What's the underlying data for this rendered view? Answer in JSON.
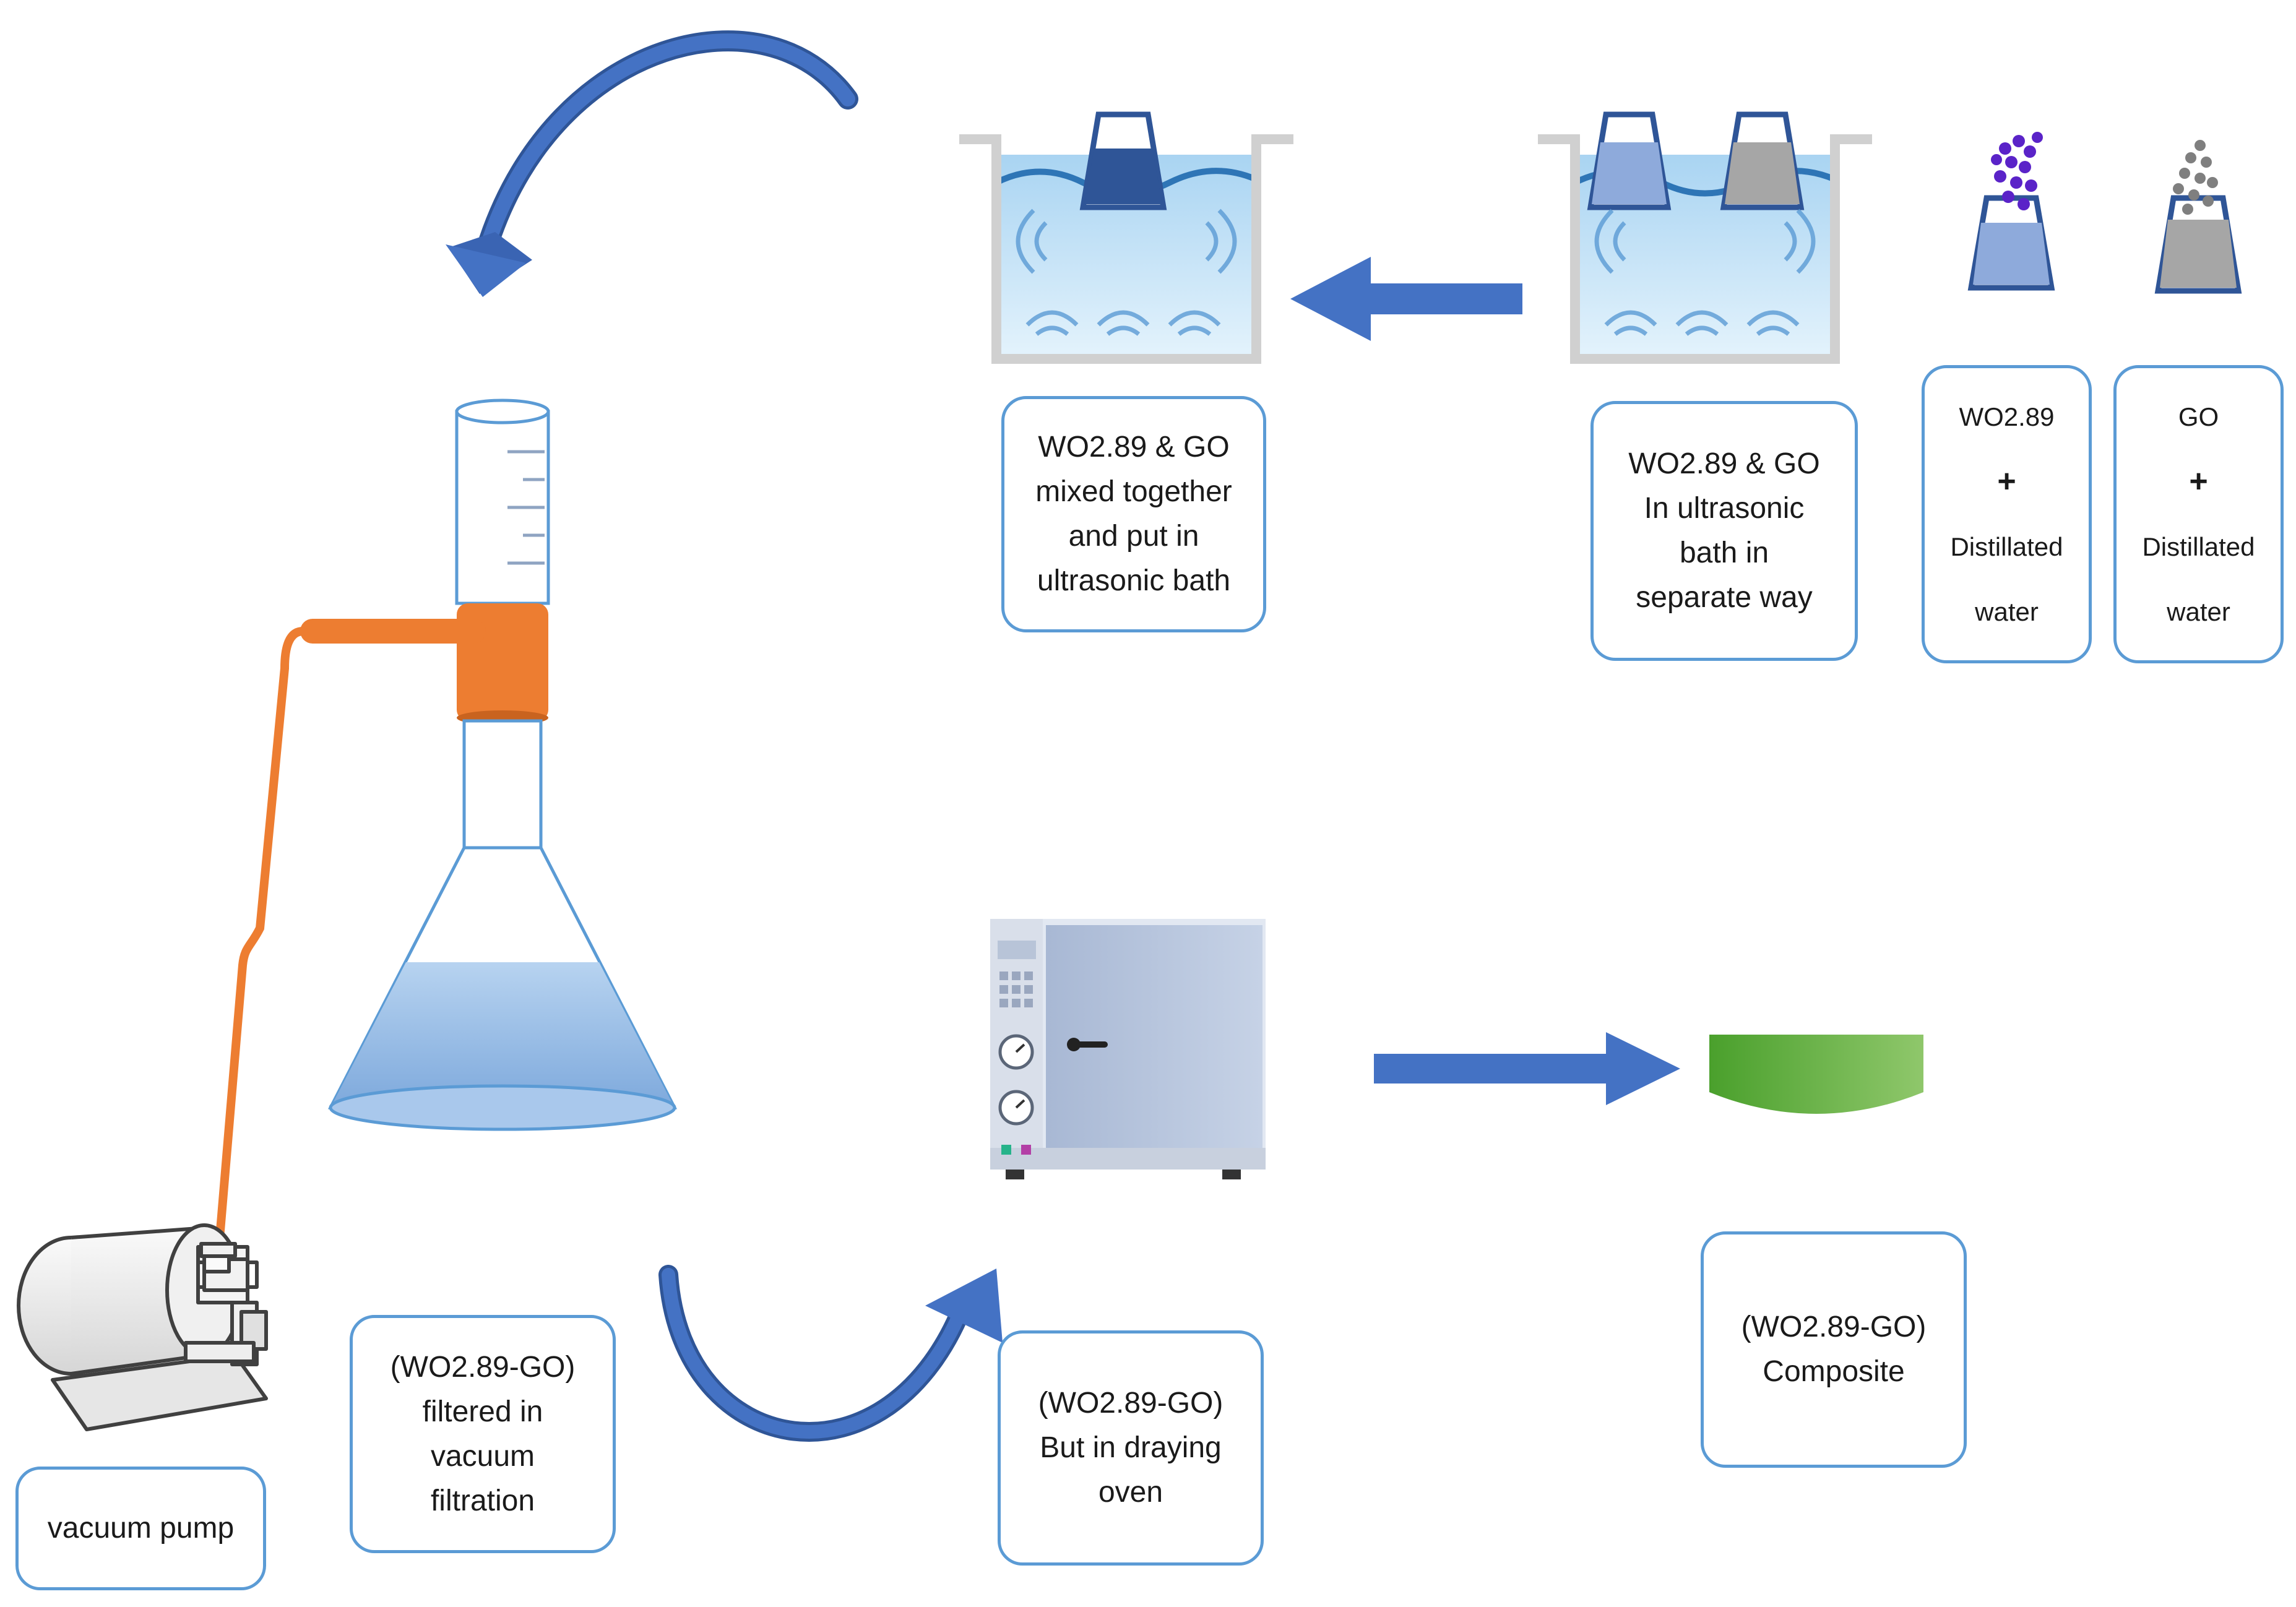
{
  "labels": {
    "mixed_bath": [
      "WO2.89 & GO",
      "mixed together",
      "and put in",
      "ultrasonic bath"
    ],
    "separate_bath": [
      "WO2.89 & GO",
      "In ultrasonic",
      "bath in",
      "separate way"
    ],
    "wo_water": [
      "WO2.89",
      "+",
      "Distillated",
      "water"
    ],
    "go_water": [
      "GO",
      "+",
      "Distillated",
      "water"
    ],
    "vacuum_pump": "vacuum pump",
    "filtered": [
      "(WO2.89-GO)",
      "filtered in",
      "vacuum",
      "filtration"
    ],
    "oven": [
      "(WO2.89-GO)",
      "But in draying",
      "oven"
    ],
    "composite": [
      "(WO2.89-GO)",
      "Composite"
    ]
  },
  "colors": {
    "arrow": "#4472c4",
    "label_border": "#5b9bd5",
    "water": "#c9e4f5",
    "tubing": "#ed7d31",
    "wo_particles": "#5a23c8",
    "go_particles": "#7f7f7f",
    "composite": "#70ad47",
    "oven_body": "#b4c4dc"
  },
  "icons": [
    "ultrasonic-bath-icon",
    "beaker-icon",
    "vacuum-flask-icon",
    "vacuum-pump-icon",
    "drying-oven-icon",
    "composite-dish-icon",
    "curved-arrow-icon",
    "straight-arrow-icon"
  ]
}
